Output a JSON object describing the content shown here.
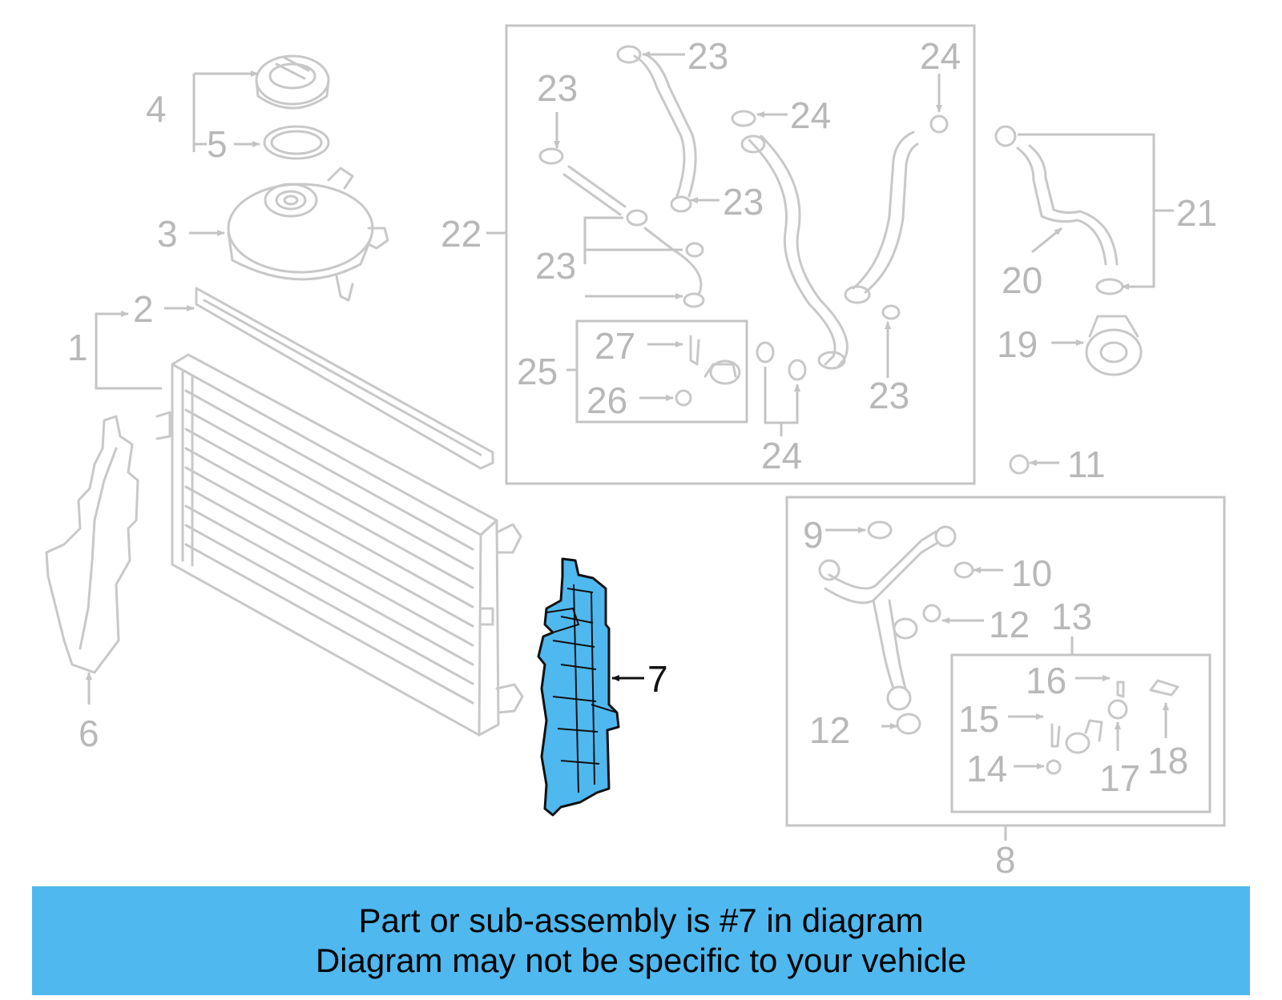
{
  "callouts": {
    "c1": "1",
    "c2": "2",
    "c3": "3",
    "c4": "4",
    "c5": "5",
    "c6": "6",
    "c7": "7",
    "c8": "8",
    "c9": "9",
    "c10": "10",
    "c11": "11",
    "c12a": "12",
    "c12b": "12",
    "c13": "13",
    "c14": "14",
    "c15": "15",
    "c16": "16",
    "c17": "17",
    "c18": "18",
    "c19": "19",
    "c20": "20",
    "c21": "21",
    "c22": "22",
    "c23a": "23",
    "c23b": "23",
    "c23c": "23",
    "c23d": "23",
    "c23e": "23",
    "c24a": "24",
    "c24b": "24",
    "c24c": "24",
    "c25": "25",
    "c26": "26",
    "c27": "27"
  },
  "highlight_color": "#4fb8ef",
  "banner": {
    "line1": "Part or sub-assembly is #7 in diagram",
    "line2": "Diagram may not be specific to your vehicle"
  }
}
